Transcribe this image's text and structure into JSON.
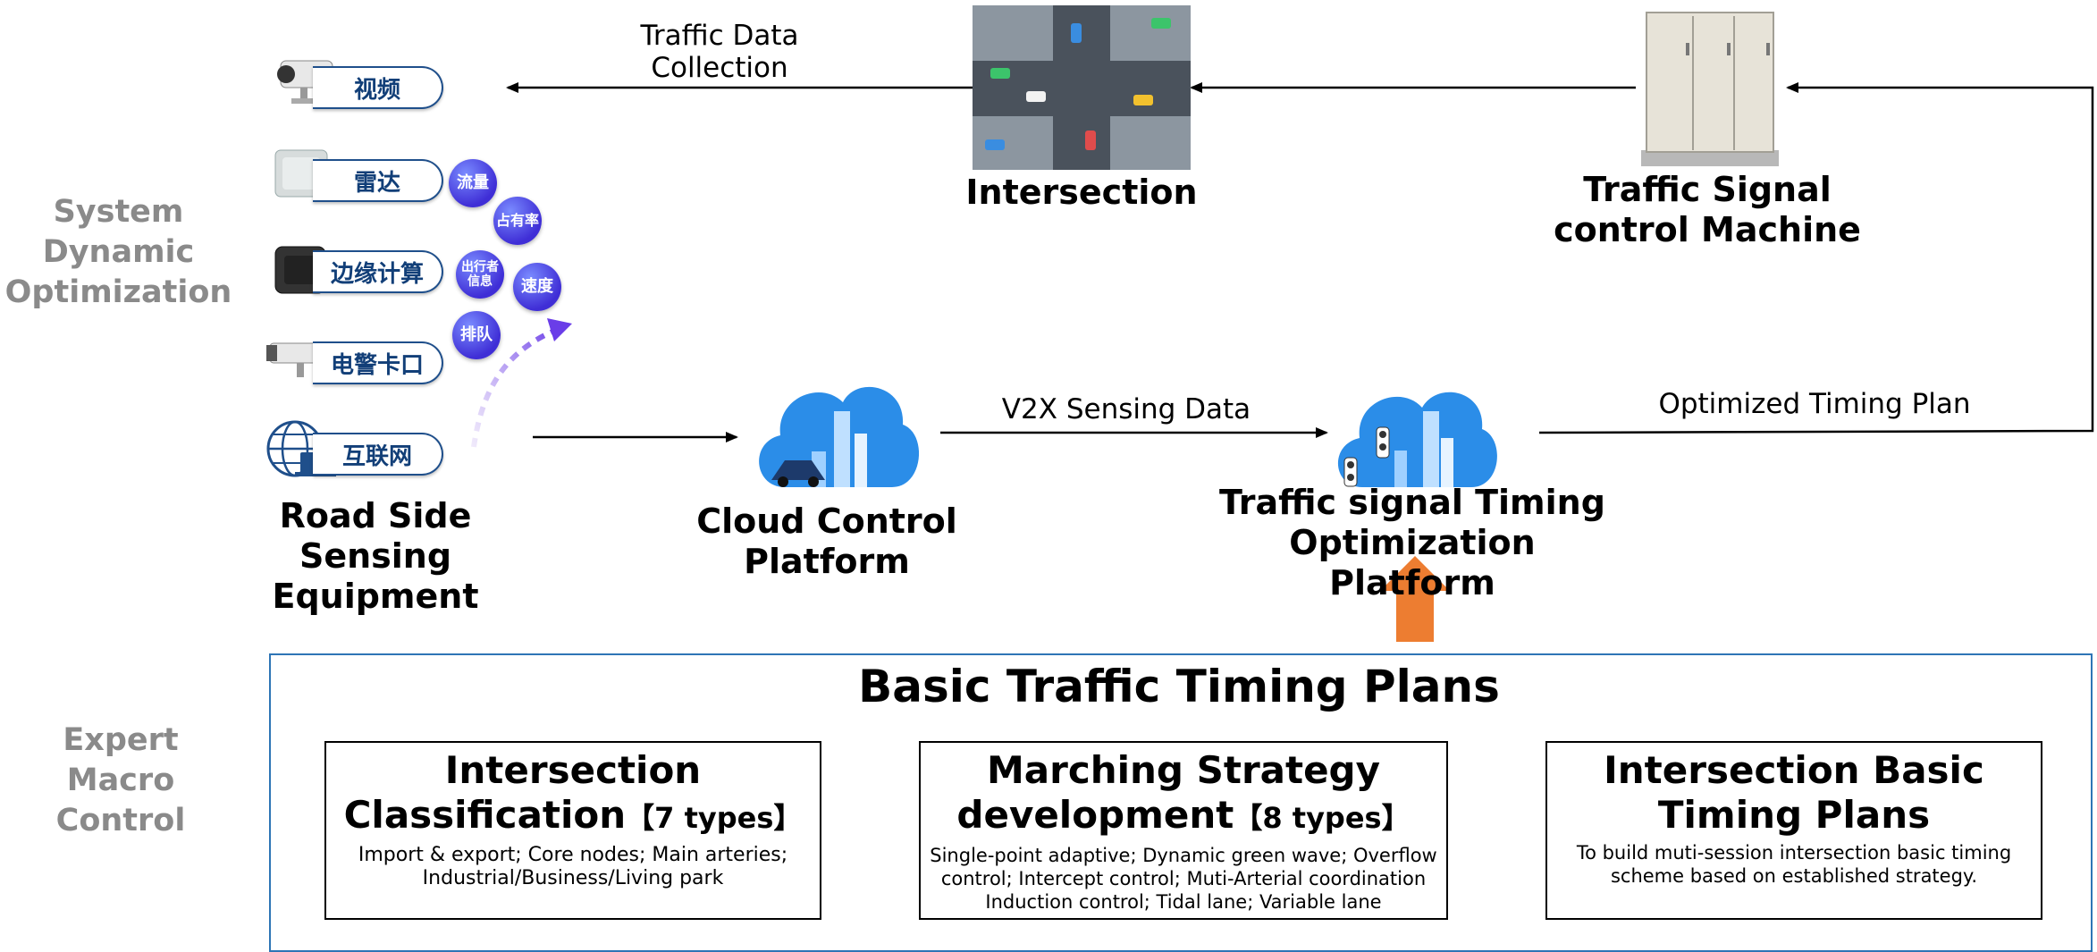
{
  "side_labels": {
    "system": "System\nDynamic\nOptimization",
    "expert": "Expert\nMacro\nControl"
  },
  "sensors": {
    "video": "视频",
    "radar": "雷达",
    "edge": "边缘计算",
    "camera": "电警卡口",
    "internet": "互联网"
  },
  "bubbles": {
    "flow": "流量",
    "occupancy": "占有率",
    "traveler": "出行者信息",
    "speed": "速度",
    "queue": "排队"
  },
  "nodes": {
    "roadside": "Road Side Sensing\nEquipment",
    "cloud": "Cloud Control\nPlatform",
    "optimization": "Traffic signal Timing\nOptimization Platform",
    "intersection": "Intersection",
    "signal_machine": "Traffic Signal\ncontrol Machine"
  },
  "edges": {
    "traffic_data": "Traffic Data\nCollection",
    "v2x": "V2X Sensing Data",
    "optimized": "Optimized Timing Plan"
  },
  "panel": {
    "title": "Basic Traffic Timing Plans",
    "boxes": [
      {
        "title": "Intersection\nClassification",
        "tag": "【7 types】",
        "desc": "Import & export;  Core nodes; Main arteries;\nIndustrial/Business/Living park"
      },
      {
        "title": "Marching Strategy\ndevelopment",
        "tag": "【8 types】",
        "desc": "Single-point adaptive; Dynamic green wave; Overflow\ncontrol; Intercept control; Muti-Arterial coordination\nInduction control; Tidal lane; Variable lane"
      },
      {
        "title": "Intersection Basic\nTiming Plans",
        "tag": "",
        "desc": "To build muti-session intersection basic timing\nscheme based on established strategy."
      }
    ]
  },
  "colors": {
    "side_label": "#8a8a8a",
    "panel_border": "#2e75b6",
    "up_arrow": "#ed7d31",
    "cloud": "#2b8de8",
    "pill_border": "#1f4f8b"
  },
  "icons": [
    "video-camera-icon",
    "radar-icon",
    "edge-computing-icon",
    "bullet-camera-icon",
    "internet-globe-icon",
    "cloud-icon",
    "traffic-light-icon",
    "intersection-image",
    "signal-cabinet-icon"
  ]
}
